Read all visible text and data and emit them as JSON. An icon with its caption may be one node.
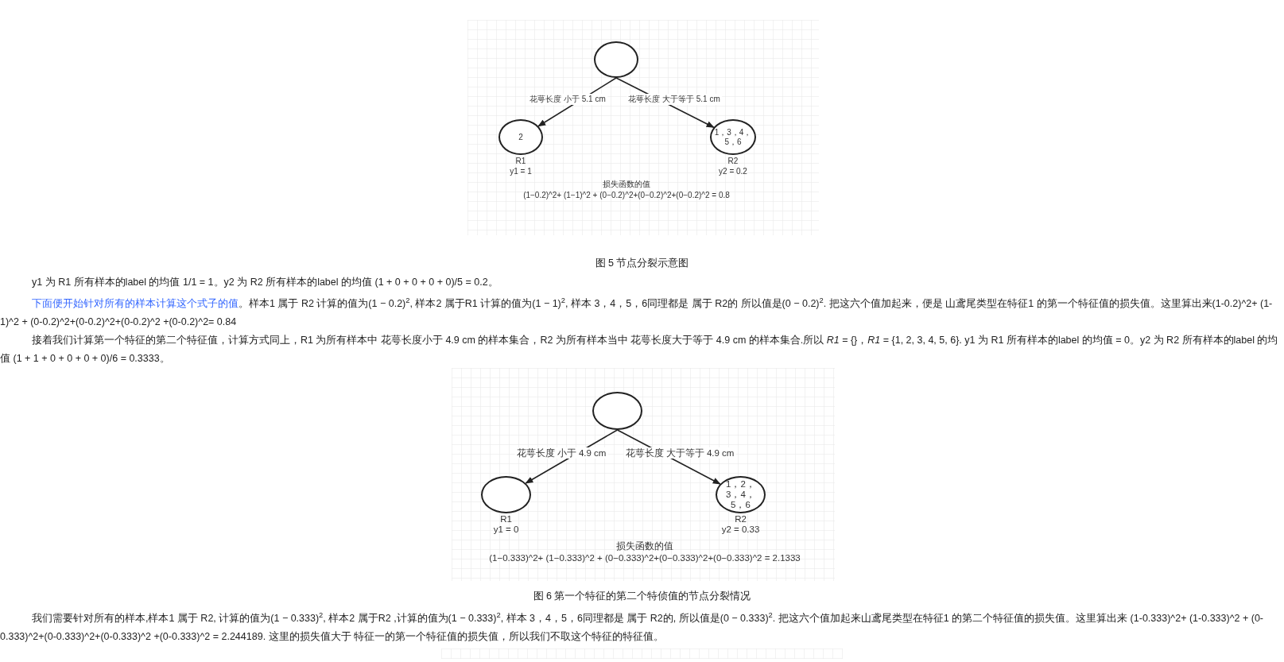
{
  "diagram": {
    "nodes": [
      {
        "text": [],
        "shape": "circle"
      },
      {
        "text": [
          "2"
        ],
        "beside": [
          "R1",
          "y1 = 1"
        ]
      },
      {
        "text": [
          "1，3，4，5，6"
        ],
        "beside": [
          "R2",
          "y2 = 0.2"
        ]
      },
      {
        "text": [],
        "shape": "circle"
      },
      {
        "text": [],
        "shape": "circle",
        "beside": [
          "R1",
          "y1 = 0"
        ]
      },
      {
        "text": [
          "1，2，3，4，5，6"
        ],
        "beside": [
          "R2",
          "y2 = 0.33"
        ]
      }
    ],
    "edges": [
      {
        "from": 0,
        "to": 1,
        "arrow": "to",
        "label": "花萼长度 小于 5.1 cm"
      },
      {
        "from": 0,
        "to": 2,
        "arrow": "to",
        "label": "花萼长度 大于等于 5.1 cm"
      },
      {
        "from": 3,
        "to": 4,
        "arrow": "to",
        "label": "花萼长度 小于 4.9 cm"
      },
      {
        "from": 3,
        "to": 5,
        "arrow": "to",
        "label": "花萼长度 大于等于 4.9 cm"
      }
    ],
    "labels": [
      "损失函数的值",
      "(1−0.2)^2+ (1−1)^2 + (0−0.2)^2+(0−0.2)^2+(0−0.2)^2 = 0.8",
      "图 5 节点分裂示意图",
      "y1 为 R1 所有样本的label 的均值 1/1 = 1。y2 为 R2 所有样本的label 的均值 (1 + 0 + 0 + 0 + 0)/5 = 0.2。",
      "下面便开始针对所有的样本计算这个式子的值",
      "。样本1 属于 R2 计算的值为(1 − 0.2)$^{2}$, 样本2 属于R1 计算的值为(1 − 1)$^{2}$, 样本 3，4，5，6同理都是 属于 R2的 所以值是(0 − 0.2)$^{2}$. 把这六个值加起来，便是 山鸢尾类型在特征1 的第一个特征值的损失值。这里算出来(1-0.2)^2+ (1-1)^2 + (0-0.2)^2+(0-0.2)^2+(0-0.2)^2 +(0-0.2)^2= 0.84",
      "接着我们计算第一个特征的第二个特征值，计算方式同上，R1 为所有样本中 花萼长度小于 4.9 cm 的样本集合，R2 为所有样本当中 花萼长度大于等于 4.9 cm 的样本集合.所以 *R1* = {}，*R1* = {1, 2, 3, 4, 5, 6}. y1 为 R1 所有样本的label 的均值 = 0。y2 为 R2 所有样本的label 的均值 (1 + 1 + 0 + 0 + 0 + 0)/6 = 0.3333。",
      "损失函数的值",
      "(1−0.333)^2+ (1−0.333)^2 + (0−0.333)^2+(0−0.333)^2+(0−0.333)^2 = 2.1333",
      "图 6 第一个特征的第二个特侦值的节点分裂情况",
      "我们需要针对所有的样本,样本1 属于 R2, 计算的值为(1 − 0.333)$^{2}$, 样本2 属于R2 ,计算的值为(1 − 0.333)$^{2}$, 样本 3，4，5，6同理都是 属于 R2的, 所以值是(0 − 0.333)$^{2}$. 把这六个值加起来山鸢尾类型在特征1 的第二个特征值的损失值。这里算出来 (1-0.333)^2+ (1-0.333)^2 + (0-0.333)^2+(0-0.333)^2+(0-0.333)^2 +(0-0.333)^2 = 2.244189. 这里的损失值大于 特征一的第一个特征值的损失值，所以我们不取这个特征的特征值。"
    ]
  }
}
